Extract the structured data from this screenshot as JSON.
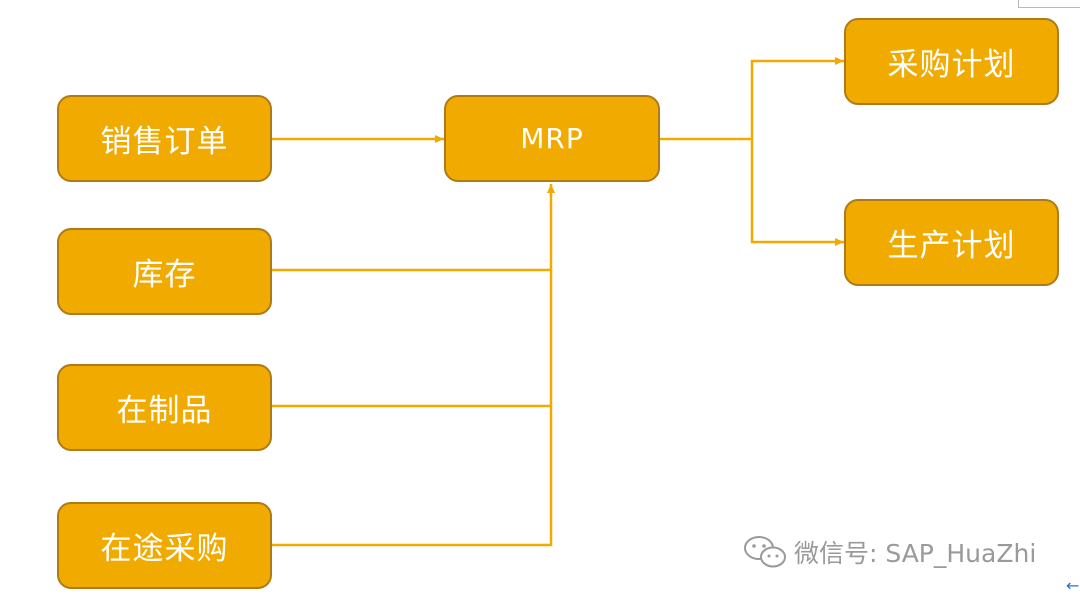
{
  "diagram": {
    "nodes": {
      "sales_order": "销售订单",
      "inventory": "库存",
      "wip": "在制品",
      "in_transit_purchase": "在途采购",
      "mrp": "MRP",
      "purchase_plan": "采购计划",
      "production_plan": "生产计划"
    },
    "edges": [
      {
        "from": "销售订单",
        "to": "MRP"
      },
      {
        "from": "库存",
        "to": "MRP"
      },
      {
        "from": "在制品",
        "to": "MRP"
      },
      {
        "from": "在途采购",
        "to": "MRP"
      },
      {
        "from": "MRP",
        "to": "采购计划"
      },
      {
        "from": "MRP",
        "to": "生产计划"
      }
    ],
    "colors": {
      "node_fill": "#F0AA00",
      "node_border": "#B07A18",
      "node_text": "#FFFFFF",
      "connector": "#F0AA00"
    }
  },
  "watermark": {
    "text": "微信号: SAP_HuaZhi",
    "icon": "wechat-icon"
  },
  "corner_arrow": {
    "icon": "arrow-left-icon",
    "glyph": "←"
  }
}
